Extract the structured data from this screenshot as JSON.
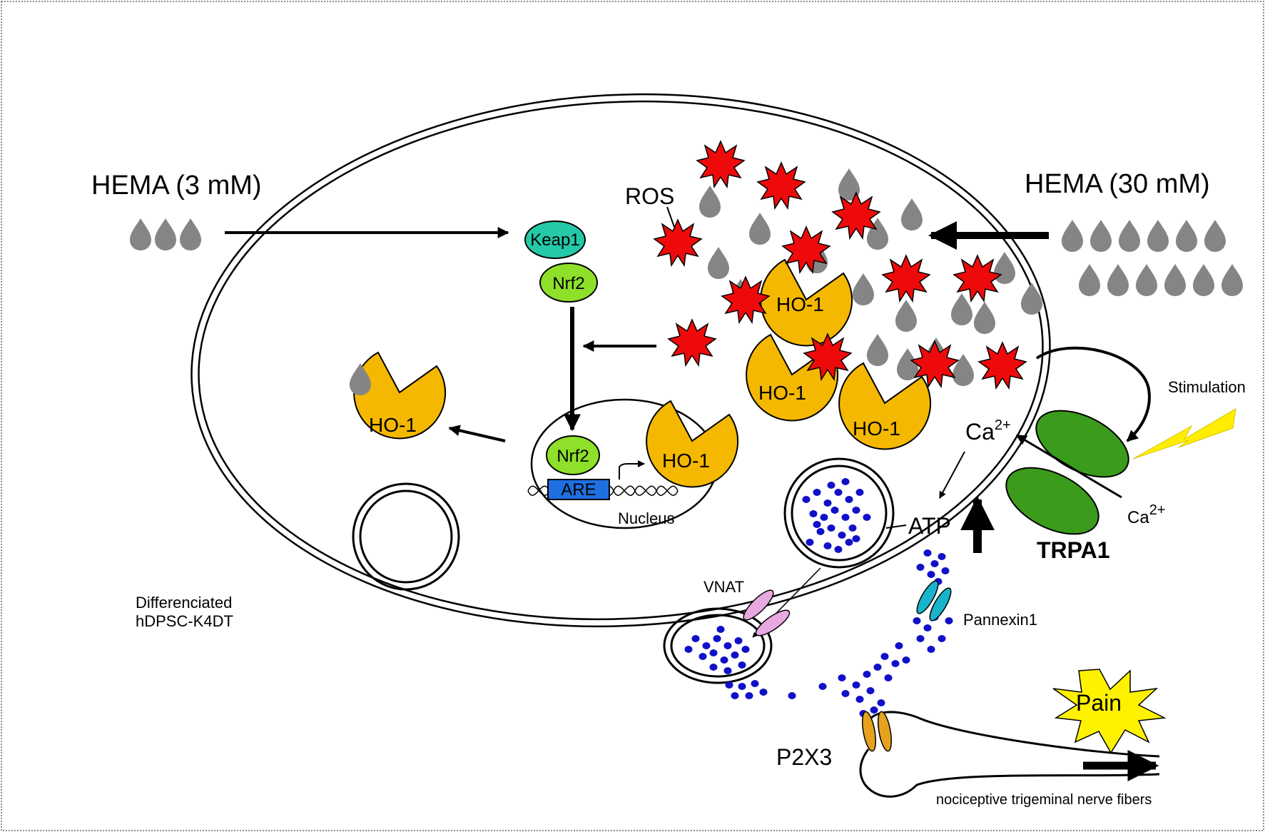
{
  "labels": {
    "hema_low": "HEMA (3 mM)",
    "hema_high": "HEMA (30 mM)",
    "ros": "ROS",
    "keap1": "Keap1",
    "nrf2": "Nrf2",
    "nrf2_nucleus": "Nrf2",
    "are": "ARE",
    "nucleus": "Nucleus",
    "ho1": "HO-1",
    "cell_line_1": "Differenciated",
    "cell_line_2": "hDPSC-K4DT",
    "vnat": "VNAT",
    "atp": "ATP",
    "pannexin": "Pannexin1",
    "ca": "Ca",
    "ca_charge": "2+",
    "trpa1": "TRPA1",
    "stimulation": "Stimulation",
    "p2x3": "P2X3",
    "pain": "Pain",
    "nerve": "nociceptive trigeminal nerve fibers"
  },
  "colors": {
    "ho1_fill": "#f5b800",
    "ros_fill": "#ee0a0a",
    "keap1_fill": "#25c9a8",
    "nrf2_fill": "#8ee02a",
    "are_fill": "#1f6fe0",
    "trpa1_fill": "#3b9b1c",
    "pannexin_fill": "#19b3cc",
    "vnat_fill": "#e8a8e0",
    "p2x3_fill": "#e5a21c",
    "atp_dot": "#1010c8",
    "droplet": "#858585",
    "lightning": "#ffee00",
    "pain_star": "#fff200"
  }
}
